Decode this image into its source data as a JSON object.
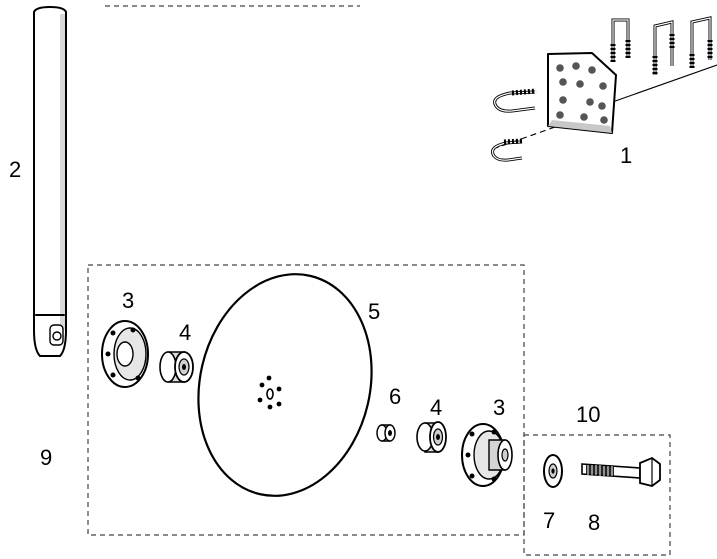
{
  "diagram": {
    "callouts": {
      "c1": "1",
      "c2": "2",
      "c3a": "3",
      "c3b": "3",
      "c4a": "4",
      "c4b": "4",
      "c5": "5",
      "c6": "6",
      "c7": "7",
      "c8": "8",
      "c9": "9",
      "c10": "10"
    },
    "ink_color": "#000000",
    "dash_color": "#444444",
    "background": "#ffffff"
  }
}
